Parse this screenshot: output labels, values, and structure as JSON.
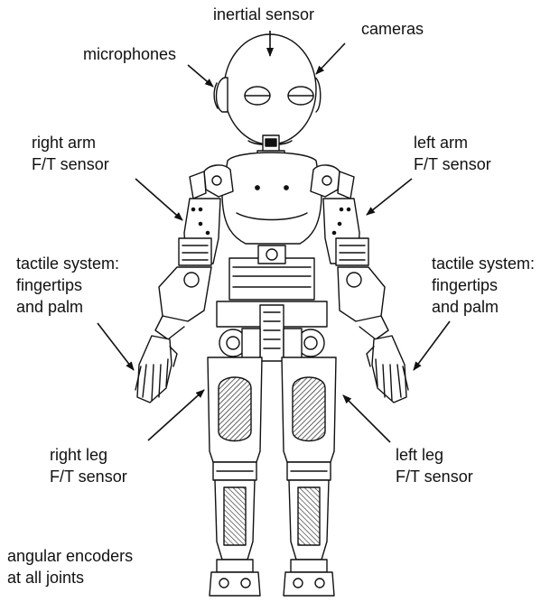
{
  "diagram": {
    "labels": {
      "inertial_sensor": "inertial sensor",
      "cameras": "cameras",
      "microphones": "microphones",
      "right_arm_ft": [
        "right arm",
        "F/T sensor"
      ],
      "left_arm_ft": [
        "left arm",
        "F/T sensor"
      ],
      "tactile_left_side": [
        "tactile system:",
        "fingertips",
        "and palm"
      ],
      "tactile_right_side": [
        "tactile system:",
        "fingertips",
        "and palm"
      ],
      "right_leg_ft": [
        "right leg",
        "F/T sensor"
      ],
      "left_leg_ft": [
        "left leg",
        "F/T sensor"
      ],
      "encoders": [
        "angular encoders",
        "at all joints"
      ]
    },
    "colors": {
      "ink": "#111111",
      "paper": "#ffffff",
      "hatch": "#333333"
    }
  }
}
